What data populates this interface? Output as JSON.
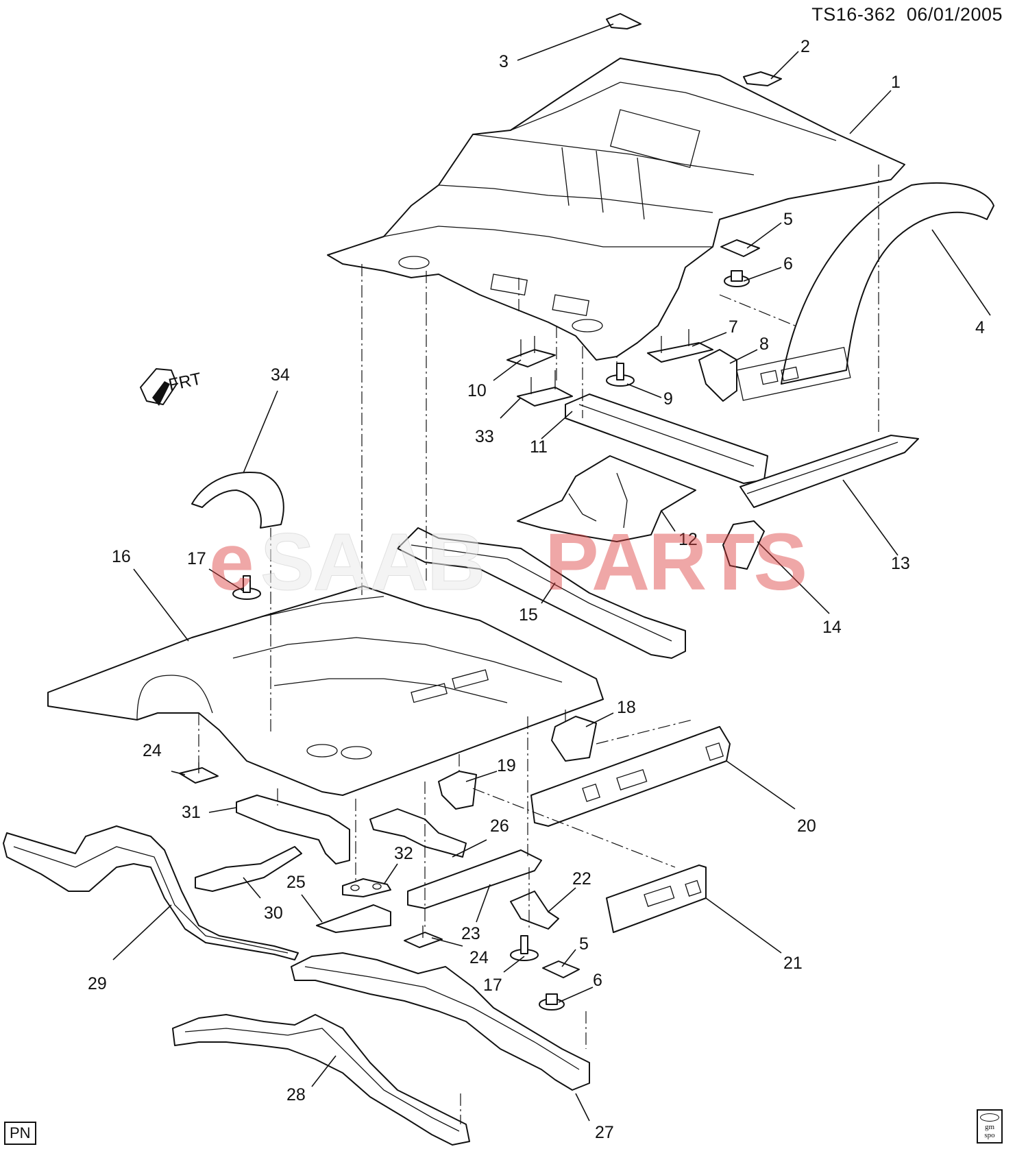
{
  "header": {
    "code": "TS16-362",
    "date": "06/01/2005"
  },
  "watermark": {
    "prefix": "e",
    "middle": "SAAB",
    "suffix": "PARTS"
  },
  "front_marker": "FRT",
  "badges": {
    "left": "PN",
    "right_top": "gm",
    "right_bottom": "spo"
  },
  "callouts": [
    "1",
    "2",
    "3",
    "4",
    "5",
    "6",
    "7",
    "8",
    "9",
    "10",
    "11",
    "12",
    "13",
    "14",
    "15",
    "16",
    "17",
    "18",
    "19",
    "20",
    "21",
    "22",
    "23",
    "24",
    "25",
    "26",
    "27",
    "28",
    "29",
    "30",
    "31",
    "32",
    "33",
    "34"
  ],
  "callout_repeats": [
    "5",
    "6",
    "17",
    "24"
  ]
}
